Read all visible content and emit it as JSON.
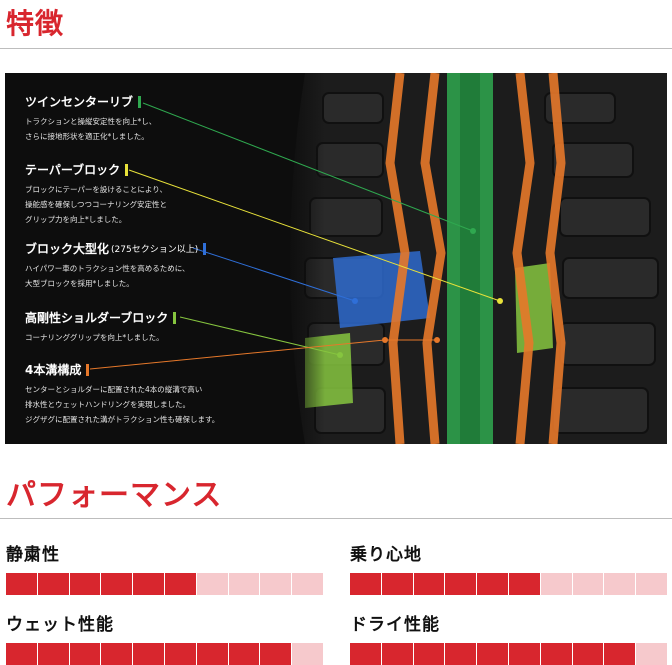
{
  "headers": {
    "features_title": "特徴",
    "performance_title": "パフォーマンス"
  },
  "features": [
    {
      "title": "ツインセンターリブ",
      "suffix": "",
      "color": "#2fa84f",
      "desc": [
        "トラクションと操縦安定性を向上*し、",
        "さらに接地形状を適正化*しました。"
      ]
    },
    {
      "title": "テーパーブロック",
      "suffix": "",
      "color": "#e8e23a",
      "desc": [
        "ブロックにテーパーを設けることにより、",
        "操舵感を確保しつつコーナリング安定性と",
        "グリップ力を向上*しました。"
      ]
    },
    {
      "title": "ブロック大型化",
      "suffix": "(275セクション以上)",
      "color": "#2f6fd8",
      "desc": [
        "ハイパワー車のトラクション性を高めるために、",
        "大型ブロックを採用*しました。"
      ]
    },
    {
      "title": "高剛性ショルダーブロック",
      "suffix": "",
      "color": "#86c53f",
      "desc": [
        "コーナリンググリップを向上*しました。"
      ]
    },
    {
      "title": "4本溝構成",
      "suffix": "",
      "color": "#e6782a",
      "desc": [
        "センターとショルダーに配置された4本の縦溝で高い",
        "排水性とウェットハンドリングを実現しました。",
        "ジグザグに配置された溝がトラクション性も確保します。"
      ]
    }
  ],
  "performance": [
    {
      "label": "静粛性",
      "score": 6,
      "max": 10
    },
    {
      "label": "乗り心地",
      "score": 6,
      "max": 10
    },
    {
      "label": "ウェット性能",
      "score": 9,
      "max": 10
    },
    {
      "label": "ドライ性能",
      "score": 9,
      "max": 10
    }
  ],
  "colors": {
    "accent": "#d8262e",
    "bar_filled": "#d8262e",
    "bar_empty": "#f6c9cc"
  }
}
